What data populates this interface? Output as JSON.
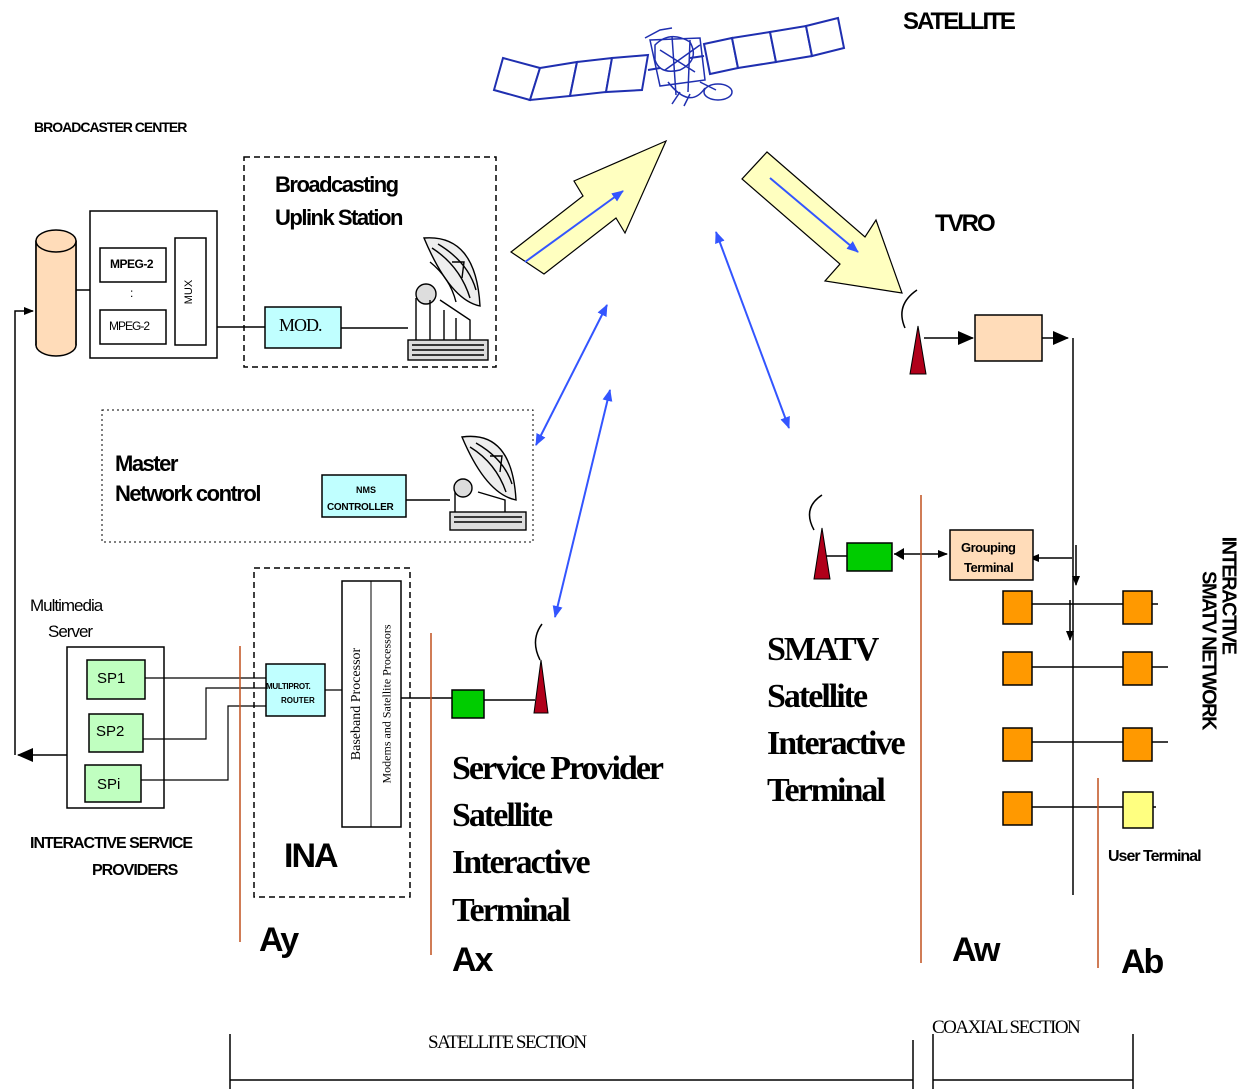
{
  "labels": {
    "satellite": "SATELLITE",
    "broadcaster_center": "BROADCASTER CENTER",
    "broadcasting_line1": "Broadcasting",
    "broadcasting_line2": "Uplink Station",
    "tvro": "TVRO",
    "mpeg2_top": "MPEG-2",
    "mpeg2_bottom": "MPEG-2",
    "mpeg_dots": ":",
    "mux": "MUX",
    "mod": "MOD.",
    "master_line1": "Master",
    "master_line2": "Network control",
    "nms_line1": "NMS",
    "nms_line2": "CONTROLLER",
    "multimedia_line1": "Multimedia",
    "multimedia_line2": "Server",
    "sp1": "SP1",
    "sp2": "SP2",
    "spi": "SPi",
    "router_line1": "MULTIPROT.",
    "router_line2": "ROUTER",
    "baseband": "Baseband Processor",
    "modems": "Modems and Satellite Processors",
    "isp_line1": "INTERACTIVE SERVICE",
    "isp_line2": "PROVIDERS",
    "ina": "INA",
    "sp_terminal_line1": "Service Provider",
    "sp_terminal_line2": "Satellite",
    "sp_terminal_line3": "Interactive",
    "sp_terminal_line4": "Terminal",
    "smatv_line1": "SMATV",
    "smatv_line2": "Satellite",
    "smatv_line3": "Interactive",
    "smatv_line4": "Terminal",
    "grouping_line1": "Grouping",
    "grouping_line2": "Terminal",
    "interactive_smatv_line1": "INTERACTIVE",
    "interactive_smatv_line2": "SMATV NETWORK",
    "user_terminal": "User Terminal",
    "ay": "Ay",
    "ax": "Ax",
    "aw": "Aw",
    "ab": "Ab",
    "satellite_section": "SATELLITE SECTION",
    "coaxial_section": "COAXIAL SECTION"
  },
  "colors": {
    "interface_line": "#c0501f",
    "beam_arrow_fill": "#ffffc0",
    "signal_blue": "#3355ff",
    "box_cyan": "#c0ffff",
    "box_sp_green": "#c0ffc0",
    "box_green": "#00cc00",
    "box_orange": "#ff9900",
    "box_peach": "#ffdcb9",
    "box_yellow": "#ffff80",
    "antenna_red": "#b0001a"
  }
}
